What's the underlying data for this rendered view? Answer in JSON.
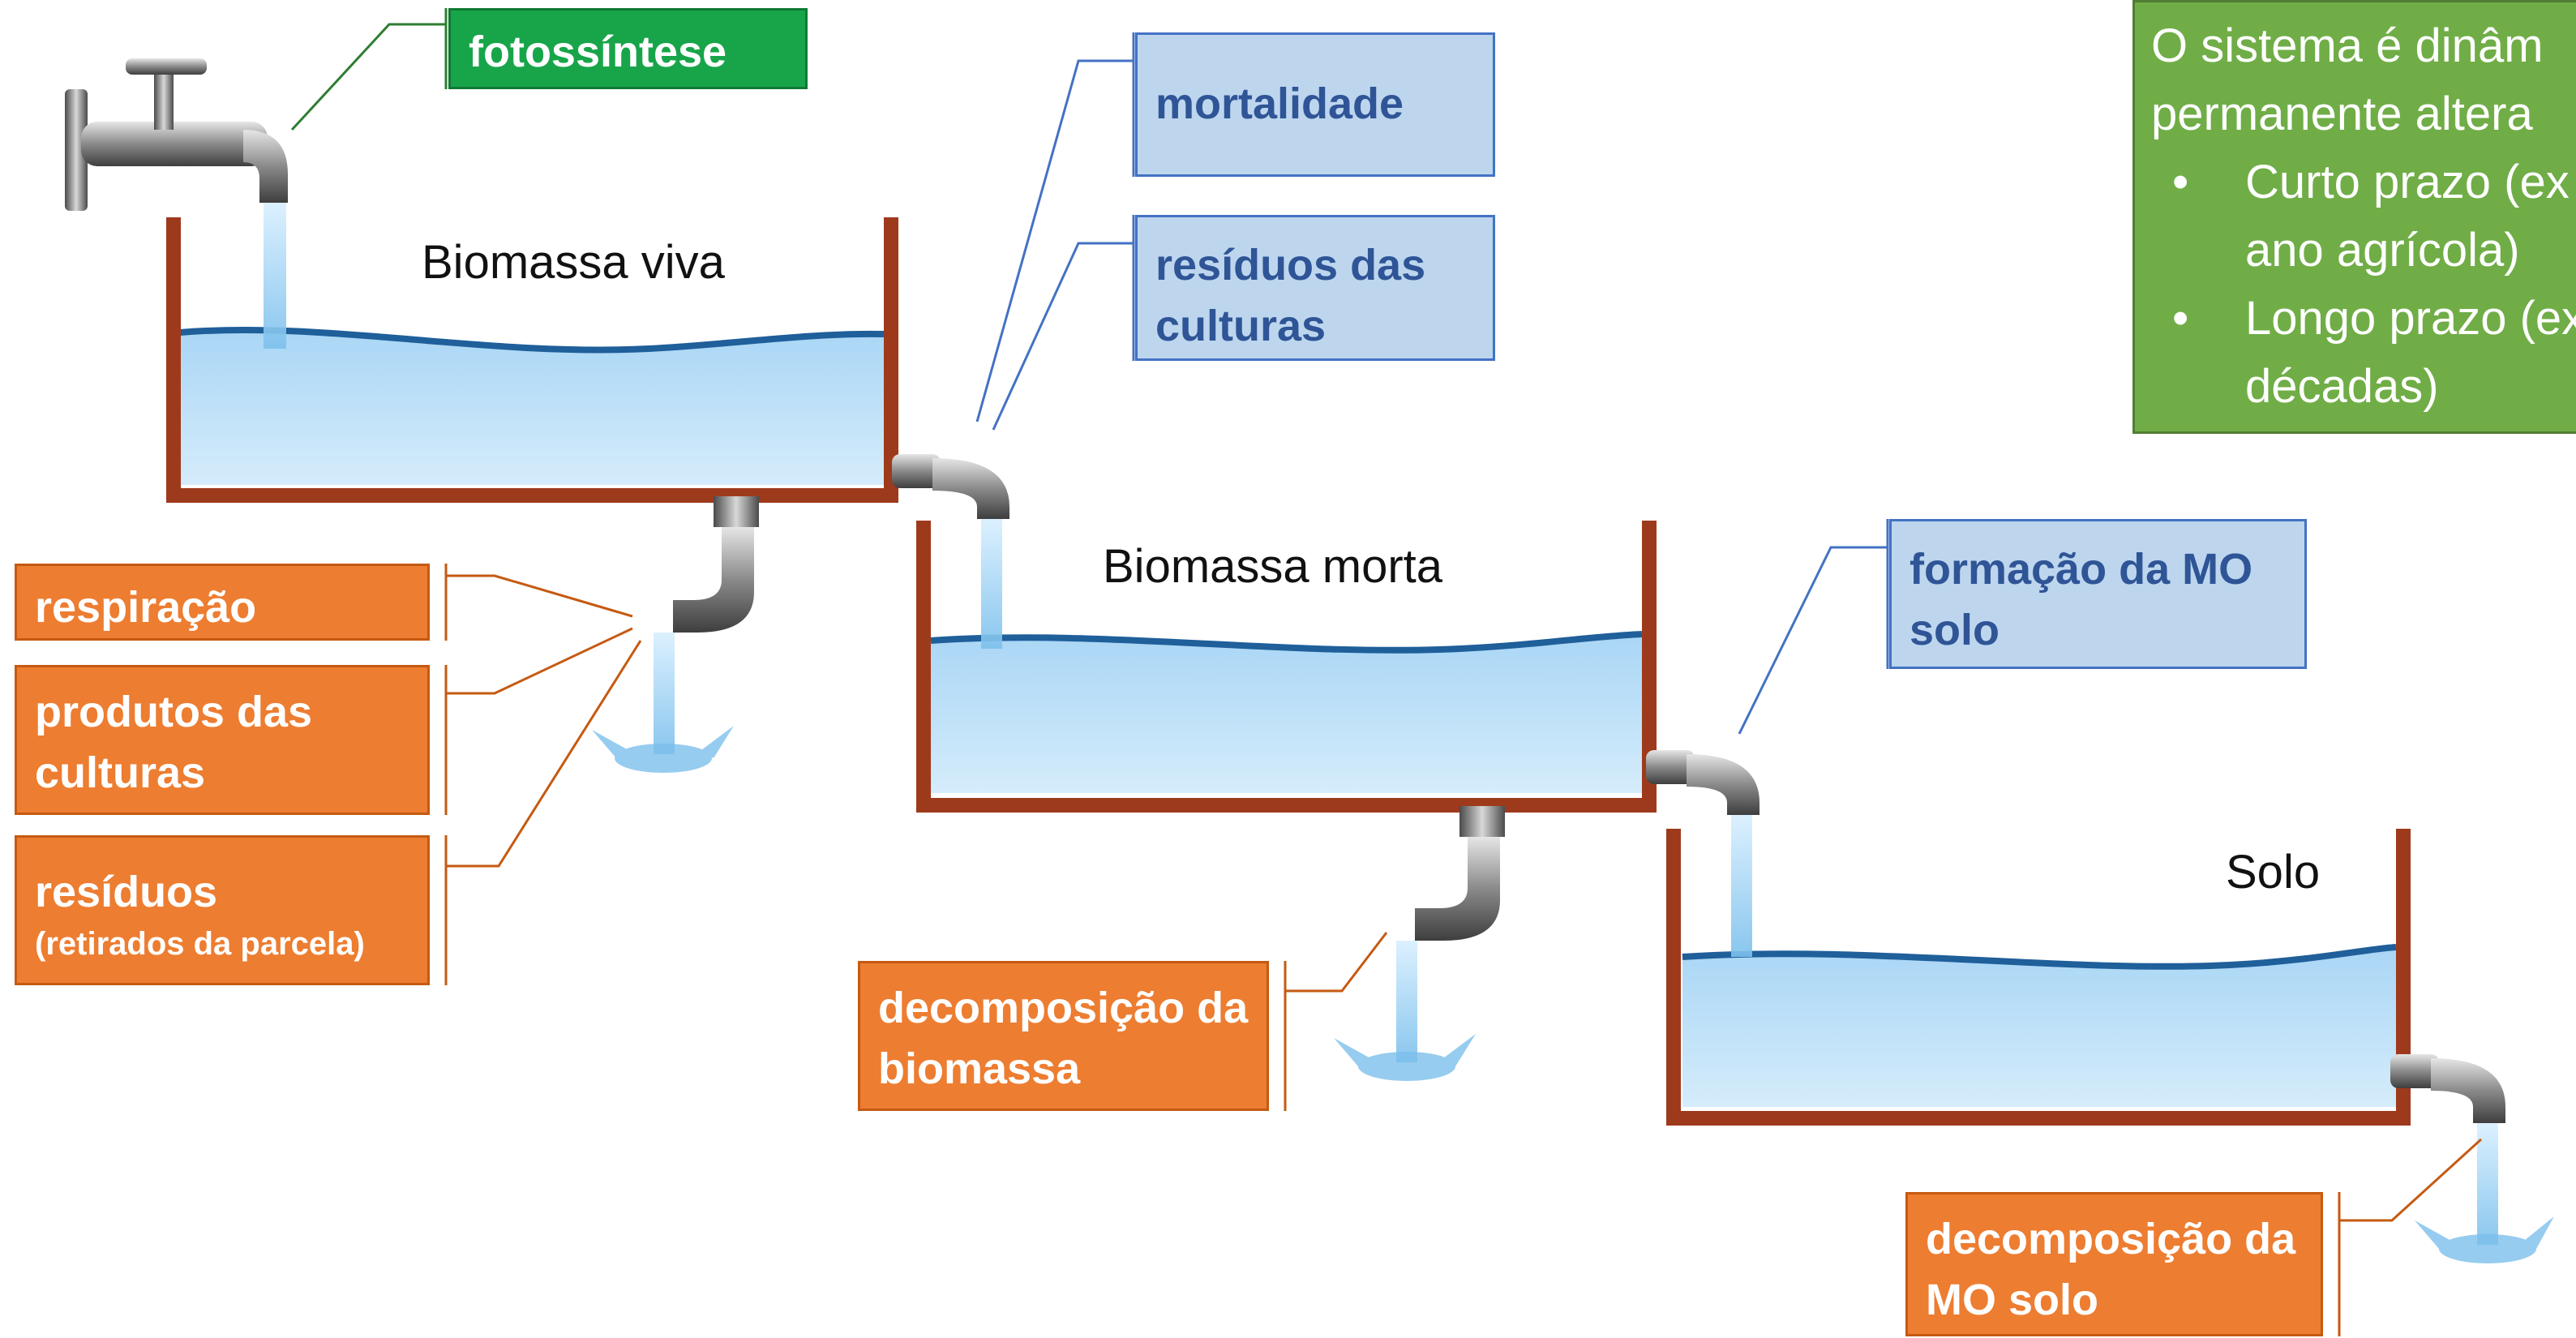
{
  "tanks": {
    "biomassa_viva": "Biomassa viva",
    "biomassa_morta": "Biomassa morta",
    "solo": "Solo"
  },
  "flows": {
    "fotossintese": "fotossíntese",
    "mortalidade": "mortalidade",
    "residuos_culturas": [
      "resíduos das",
      "culturas"
    ],
    "respiracao": "respiração",
    "produtos_culturas": [
      "produtos das",
      "culturas"
    ],
    "residuos": "resíduos",
    "residuos_note": "(retirados da parcela)",
    "formacao_mo_solo": [
      "formação da MO",
      "solo"
    ],
    "decomposicao_biomassa": [
      "decomposição da",
      "biomassa"
    ],
    "decomposicao_mo_solo": [
      "decomposição da",
      "MO solo"
    ]
  },
  "info": {
    "line1": "O sistema é dinâm",
    "line2": "permanente altera",
    "bullet_symbol": "•",
    "bullet1_a": "Curto prazo (ex",
    "bullet1_b": "ano agrícola)",
    "bullet2_a": "Longo prazo (ex",
    "bullet2_b": "décadas)"
  },
  "colors": {
    "tank_wall": "#9e3a1c",
    "water_top": "#b9dcf5",
    "water_bottom": "#8ec6ee",
    "green": "#18a54a",
    "blue_box": "#bdd6ee",
    "blue_text": "#2f5597",
    "orange": "#ed7d31",
    "info_green": "#70ad47"
  }
}
